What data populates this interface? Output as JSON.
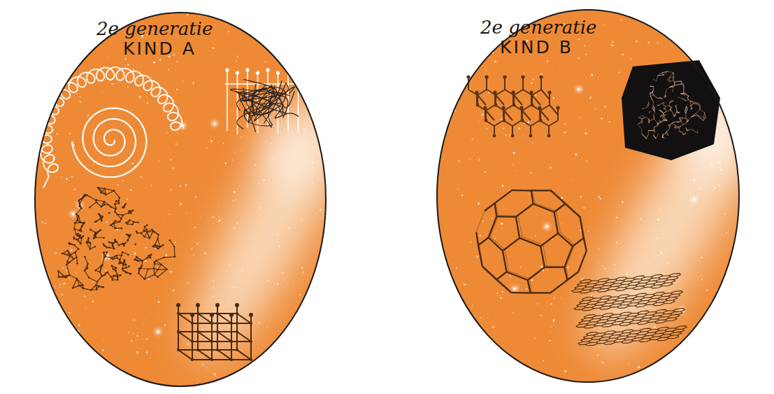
{
  "diagram": {
    "nodes": [
      {
        "text": [
          "2e generatie",
          "KIND A"
        ]
      },
      {
        "text": [
          "2e generatie",
          "KIND B"
        ]
      }
    ]
  }
}
